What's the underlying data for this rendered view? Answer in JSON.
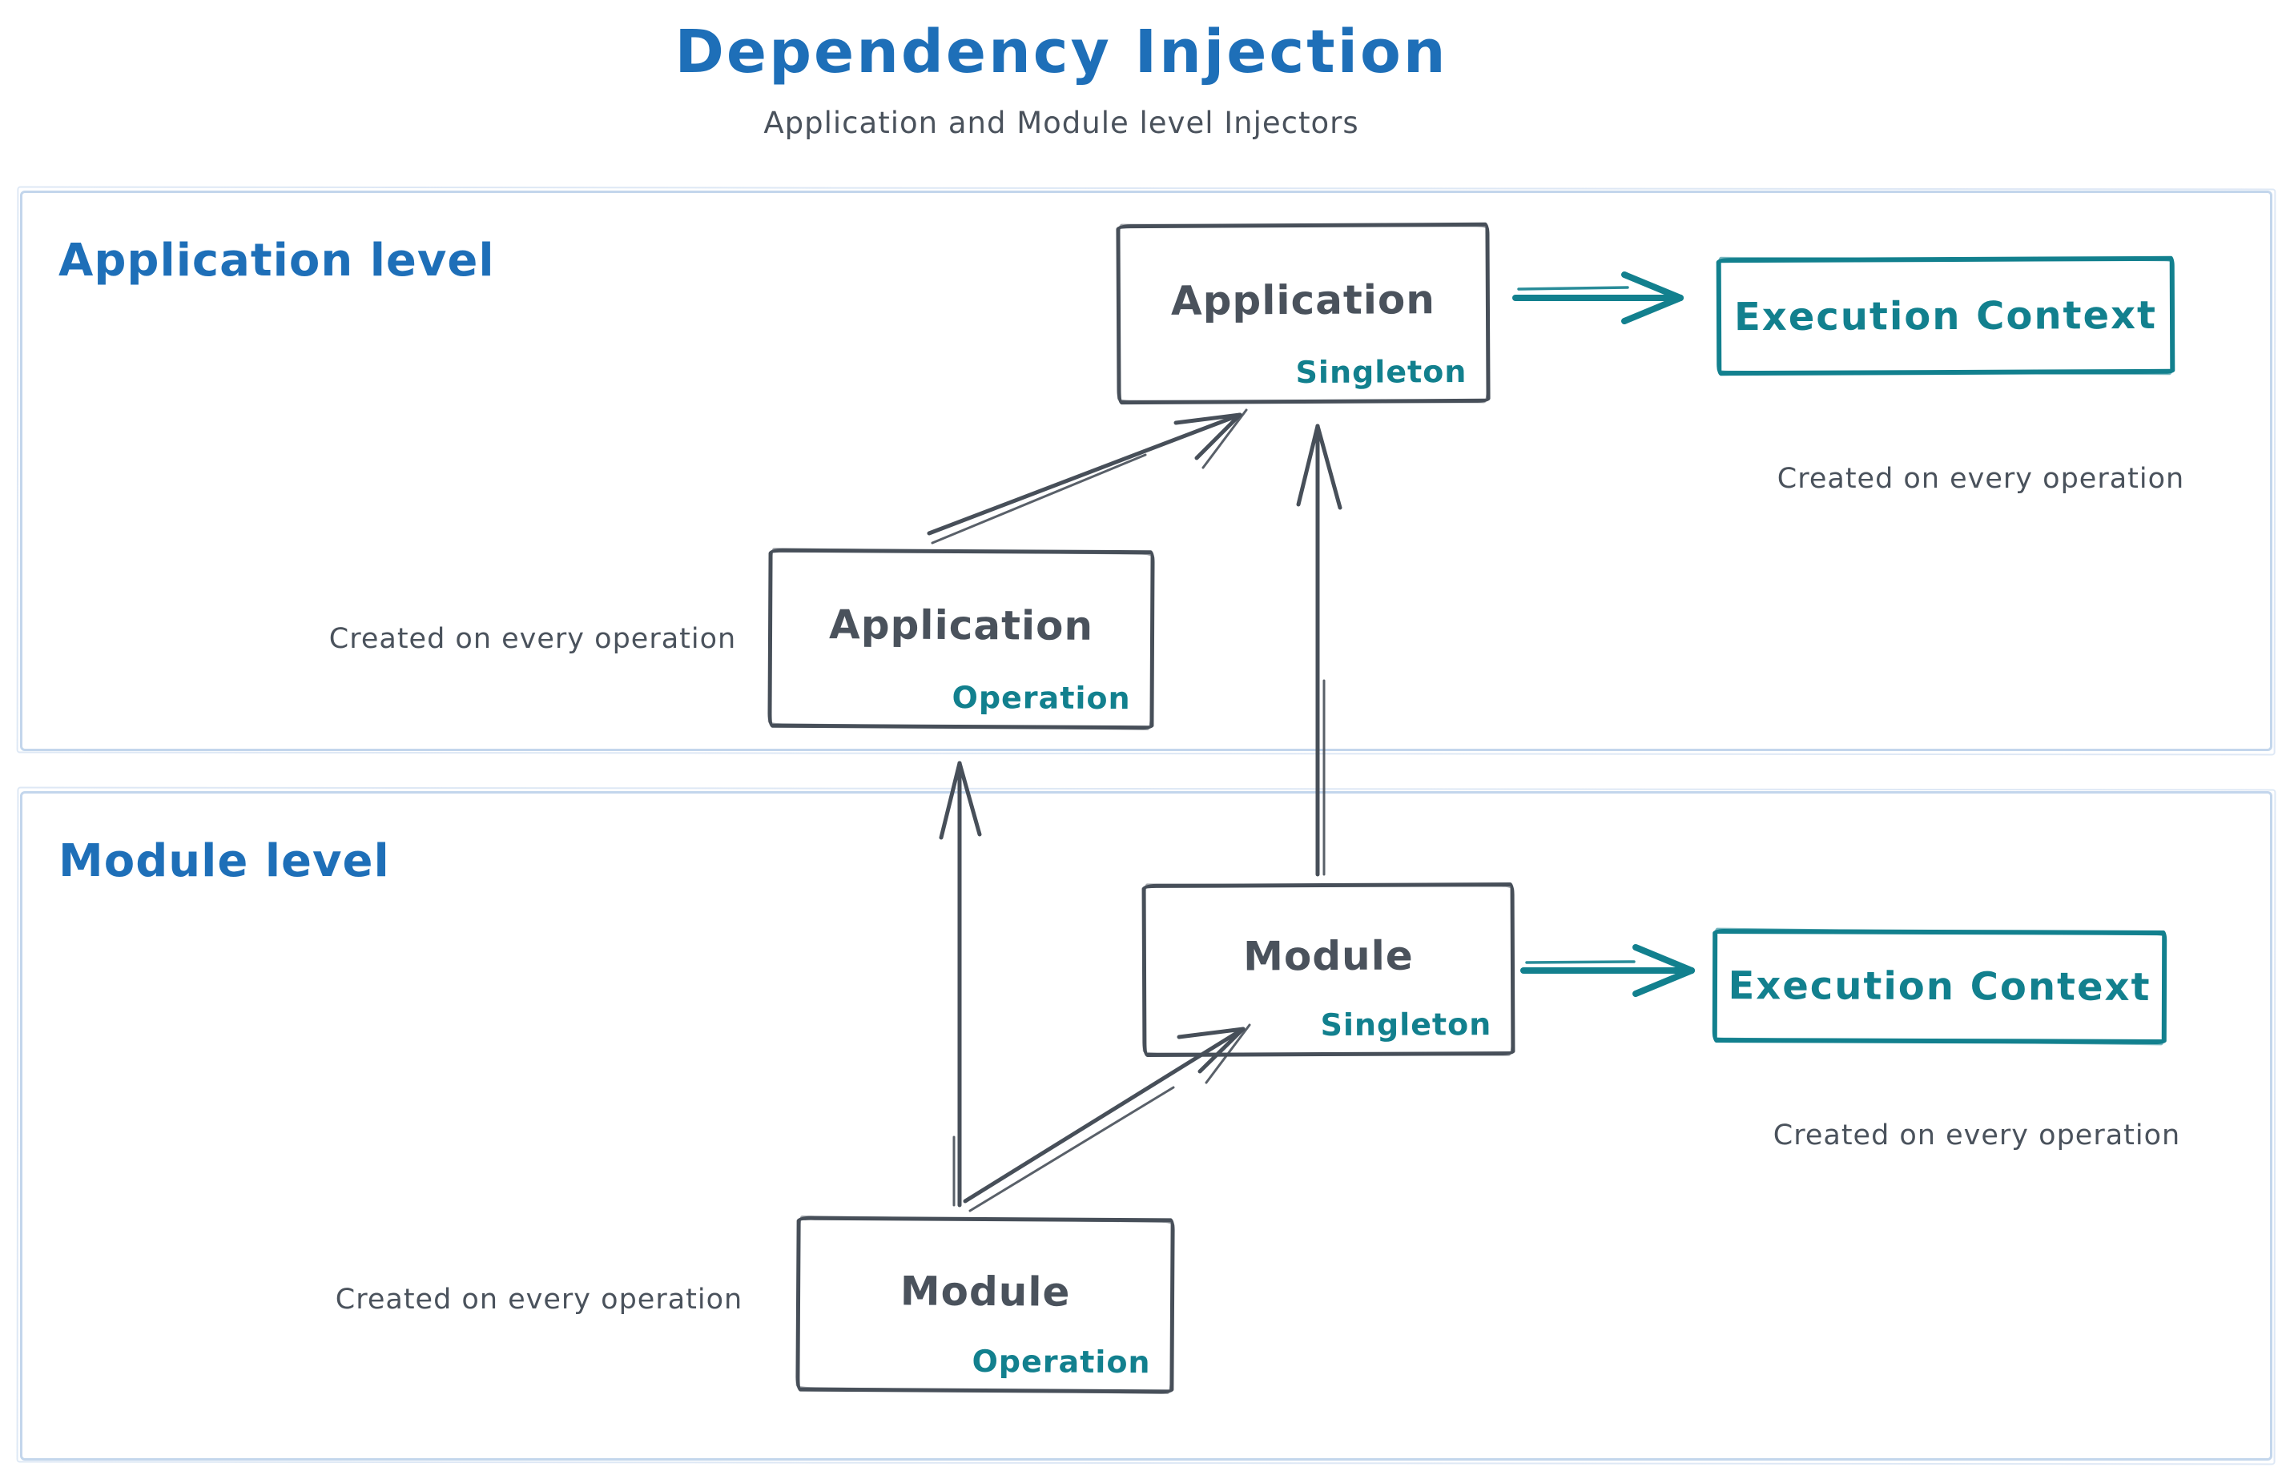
{
  "header": {
    "title": "Dependency Injection",
    "subtitle": "Application and Module level Injectors"
  },
  "colors": {
    "title_blue": "#1e6fb8",
    "teal_accent": "#12808e",
    "dark_stroke": "#474f59",
    "note_gray": "#4a525c",
    "section_border_light_blue": "#c3d6ec"
  },
  "app_section": {
    "label": "Application level",
    "singleton_box": {
      "title": "Application",
      "tag": "Singleton"
    },
    "operation_box": {
      "title": "Application",
      "tag": "Operation"
    },
    "operation_note": "Created on every operation",
    "execution_box": {
      "label": "Execution Context"
    },
    "execution_note": "Created on every operation"
  },
  "module_section": {
    "label": "Module level",
    "singleton_box": {
      "title": "Module",
      "tag": "Singleton"
    },
    "operation_box": {
      "title": "Module",
      "tag": "Operation"
    },
    "operation_note": "Created on every operation",
    "execution_box": {
      "label": "Execution Context"
    },
    "execution_note": "Created on every operation"
  }
}
